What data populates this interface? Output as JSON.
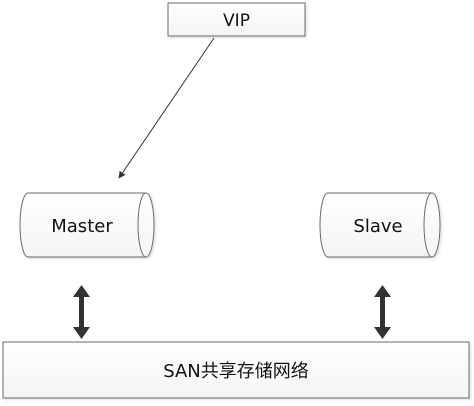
{
  "nodes": {
    "vip": {
      "label": "VIP"
    },
    "master": {
      "label": "Master"
    },
    "slave": {
      "label": "Slave"
    },
    "san": {
      "label": "SAN共享存储网络"
    }
  },
  "edges": [
    {
      "from": "VIP",
      "to": "Master",
      "style": "single-arrow"
    },
    {
      "from": "Master",
      "to": "SAN共享存储网络",
      "style": "double-arrow"
    },
    {
      "from": "Slave",
      "to": "SAN共享存储网络",
      "style": "double-arrow"
    }
  ],
  "colors": {
    "stroke": "#6b6b6b",
    "fill": "#ffffff",
    "arrow": "#333333",
    "text": "#111111"
  }
}
